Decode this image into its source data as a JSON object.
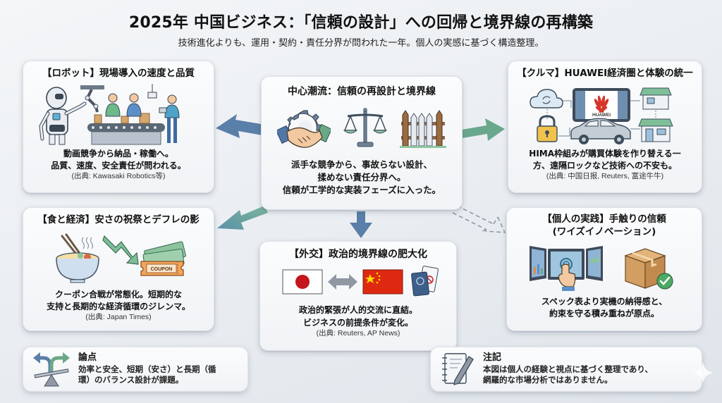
{
  "header": {
    "title": "2025年 中国ビジネス：「信頼の設計」への回帰と境界線の再構築",
    "subtitle": "技術進化よりも、運用・契約・責任分界が問われた一年。個人の実感に基づく構造整理。"
  },
  "center": {
    "title": "中心潮流：信頼の再設計と境界線",
    "icons": [
      "handshake-gear-icon",
      "scales-icon",
      "fence-icon"
    ],
    "body": [
      "派手な競争から、事故らない設計、",
      "揉めない責任分界へ。",
      "信頼が工学的な実装フェーズに入った。"
    ]
  },
  "cards": {
    "robot": {
      "title": "【ロボット】現場導入の速度と品質",
      "illustration": "robot-factory-line-icon",
      "body": [
        "動画競争から納品・稼働へ。",
        "品質、速度、安全責任が問われる。"
      ],
      "source": "(出典: Kawasaki Robotics等)"
    },
    "car": {
      "title": "【クルマ】HUAWEI経済圏と体験の統一",
      "illustration": "huawei-ecosystem-icon",
      "brand_label": "HUAWEI",
      "body": [
        "HIMA枠組みが購買体験を作り替える一",
        "方、遠隔ロックなど技術への不安も。"
      ],
      "source": "(出典: 中国日报, Reuters, 富途牛牛)"
    },
    "food": {
      "title": "【食と経済】安さの祝祭とデフレの影",
      "illustration": "noodle-coupon-icon",
      "coupon_label": "COUPON",
      "body": [
        "クーポン合戦が常態化。短期的な",
        "支持と長期的な経済循環のジレンマ。"
      ],
      "source": "(出典: Japan Times)"
    },
    "diplomacy": {
      "title": "【外交】政治的境界線の肥大化",
      "illustration": "japan-china-flags-icon",
      "body": [
        "政治的緊張が人的交流に直結。",
        "ビジネスの前提条件が変化。"
      ],
      "source": "(出典: Reuters, AP News)"
    },
    "personal": {
      "title": [
        "【個人の実践】手触りの信頼",
        "(ワイズイノベーション)"
      ],
      "illustration": "touchscreen-delivery-icon",
      "body": [
        "スペック表より実機の納得感と、",
        "約束を守る積み重ねが原点。"
      ]
    }
  },
  "notes": {
    "issue": {
      "head": "論点",
      "body": [
        "効率と安全、短期（安さ）と長期（循",
        "環）のバランス設計が課題。"
      ]
    },
    "disclaimer": {
      "head": "注記",
      "body": [
        "本図は個人の経験と視点に基づく整理であり、",
        "網羅的な市場分析ではありません。"
      ]
    }
  },
  "colors": {
    "arrow_blue": "#5a7fa8",
    "arrow_green": "#6aa88e",
    "arrow_teal": "#5f9aa8",
    "accent_red": "#d7352a"
  }
}
